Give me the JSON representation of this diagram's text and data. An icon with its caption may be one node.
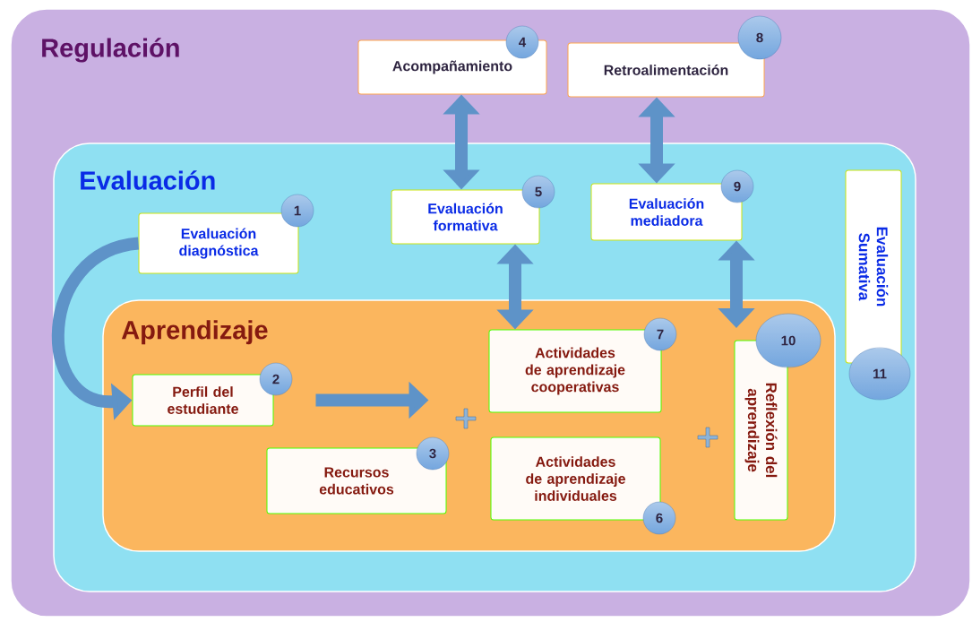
{
  "diagram": {
    "nodes": [
      {
        "text": [
          "Regulación"
        ]
      },
      {
        "text": [
          "Acompañamiento",
          "4"
        ],
        "in": 0
      },
      {
        "text": [
          "Retroalimentación",
          "8"
        ],
        "in": 0
      },
      {
        "text": [
          "Evaluación"
        ],
        "in": 0
      },
      {
        "text": [
          "Evaluación diagnóstica",
          "1"
        ],
        "in": 3
      },
      {
        "text": [
          "Evaluación formativa",
          "5"
        ],
        "in": 3
      },
      {
        "text": [
          "Evaluación mediadora",
          "9"
        ],
        "in": 3
      },
      {
        "text": [
          "Evaluación Sumativa",
          "11"
        ],
        "in": 3
      },
      {
        "text": [
          "Aprendizaje"
        ],
        "in": 3
      },
      {
        "text": [
          "Perfil del estudiante",
          "2"
        ],
        "in": 8
      },
      {
        "text": [
          "Recursos educativos",
          "3"
        ],
        "in": 8
      },
      {
        "text": [
          "Actividades de aprendizaje cooperativas",
          "7"
        ],
        "in": 8
      },
      {
        "text": [
          "Actividades de aprendizaje individuales",
          "6"
        ],
        "in": 8
      },
      {
        "text": [
          "Reflexión del aprendizaje",
          "10"
        ],
        "in": 8
      }
    ],
    "edges": [
      {
        "from": 4,
        "to": 9,
        "arrow": "to"
      },
      {
        "from": 1,
        "to": 5,
        "arrow": "both"
      },
      {
        "from": 2,
        "to": 6,
        "arrow": "both"
      },
      {
        "from": 5,
        "to": 11,
        "arrow": "both"
      },
      {
        "from": 6,
        "to": 13,
        "arrow": "both"
      },
      {
        "from": 9,
        "to": null,
        "arrow": "to"
      }
    ]
  }
}
